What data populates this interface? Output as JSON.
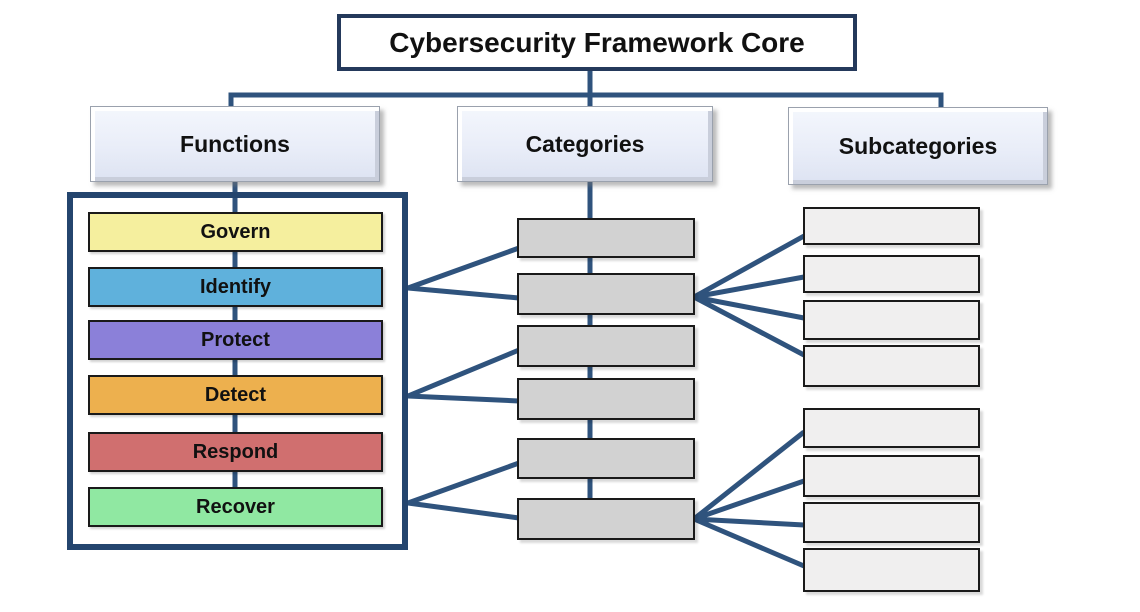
{
  "title": "Cybersecurity Framework Core",
  "headers": {
    "functions": "Functions",
    "categories": "Categories",
    "subcategories": "Subcategories"
  },
  "functions": [
    {
      "label": "Govern",
      "color": "#F5EF9E"
    },
    {
      "label": "Identify",
      "color": "#5FB1DC"
    },
    {
      "label": "Protect",
      "color": "#8B80D9"
    },
    {
      "label": "Detect",
      "color": "#EDB04E"
    },
    {
      "label": "Respond",
      "color": "#D06F6F"
    },
    {
      "label": "Recover",
      "color": "#90E8A2"
    }
  ],
  "categories": {
    "count": 6,
    "labels": [
      "",
      "",
      "",
      "",
      "",
      ""
    ]
  },
  "subcategories": {
    "count": 8,
    "labels": [
      "",
      "",
      "",
      "",
      "",
      "",
      "",
      ""
    ]
  },
  "colors": {
    "connector": "#2F537D",
    "title_border": "#24395B",
    "container_border": "#24456E",
    "header_fill": "#E9EDF8",
    "category_fill": "#D2D2D2",
    "subcategory_fill": "#F0EFEF",
    "box_border": "#1A1A1A"
  }
}
